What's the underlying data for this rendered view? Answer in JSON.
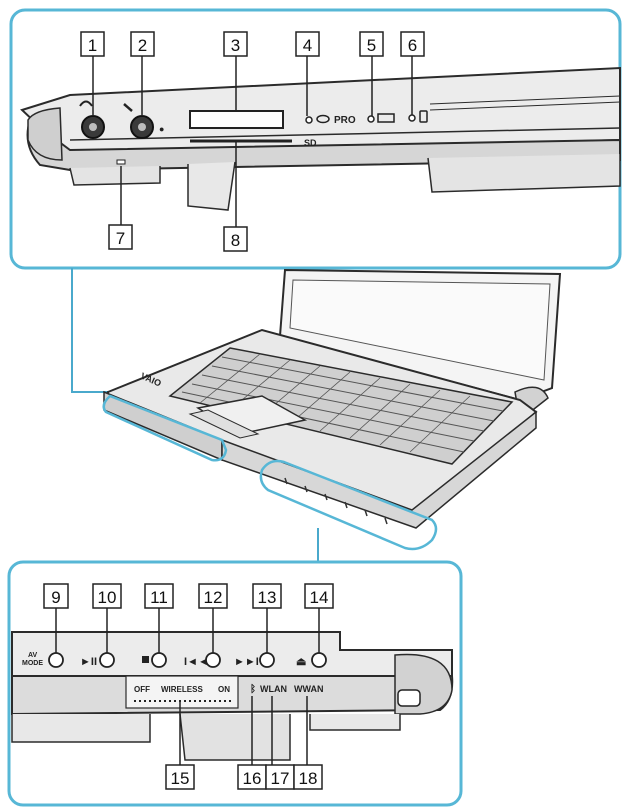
{
  "callouts": {
    "c1": "1",
    "c2": "2",
    "c3": "3",
    "c4": "4",
    "c5": "5",
    "c6": "6",
    "c7": "7",
    "c8": "8",
    "c9": "9",
    "c10": "10",
    "c11": "11",
    "c12": "12",
    "c13": "13",
    "c14": "14",
    "c15": "15",
    "c16": "16",
    "c17": "17",
    "c18": "18"
  },
  "top_panel": {
    "pro_label": "PRO",
    "sd_label": "SD"
  },
  "laptop": {
    "logo": "VAIO"
  },
  "bottom_panel": {
    "av_mode_label_1": "AV",
    "av_mode_label_2": "MODE",
    "off_label": "OFF",
    "wireless_label": "WIRELESS",
    "on_label": "ON",
    "wlan_label": "WLAN",
    "wwan_label": "WWAN"
  },
  "colors": {
    "frame": "#57b7d6",
    "line": "#4aa9cc",
    "outline": "#2b2b2b",
    "body": "#d9d9d9"
  }
}
